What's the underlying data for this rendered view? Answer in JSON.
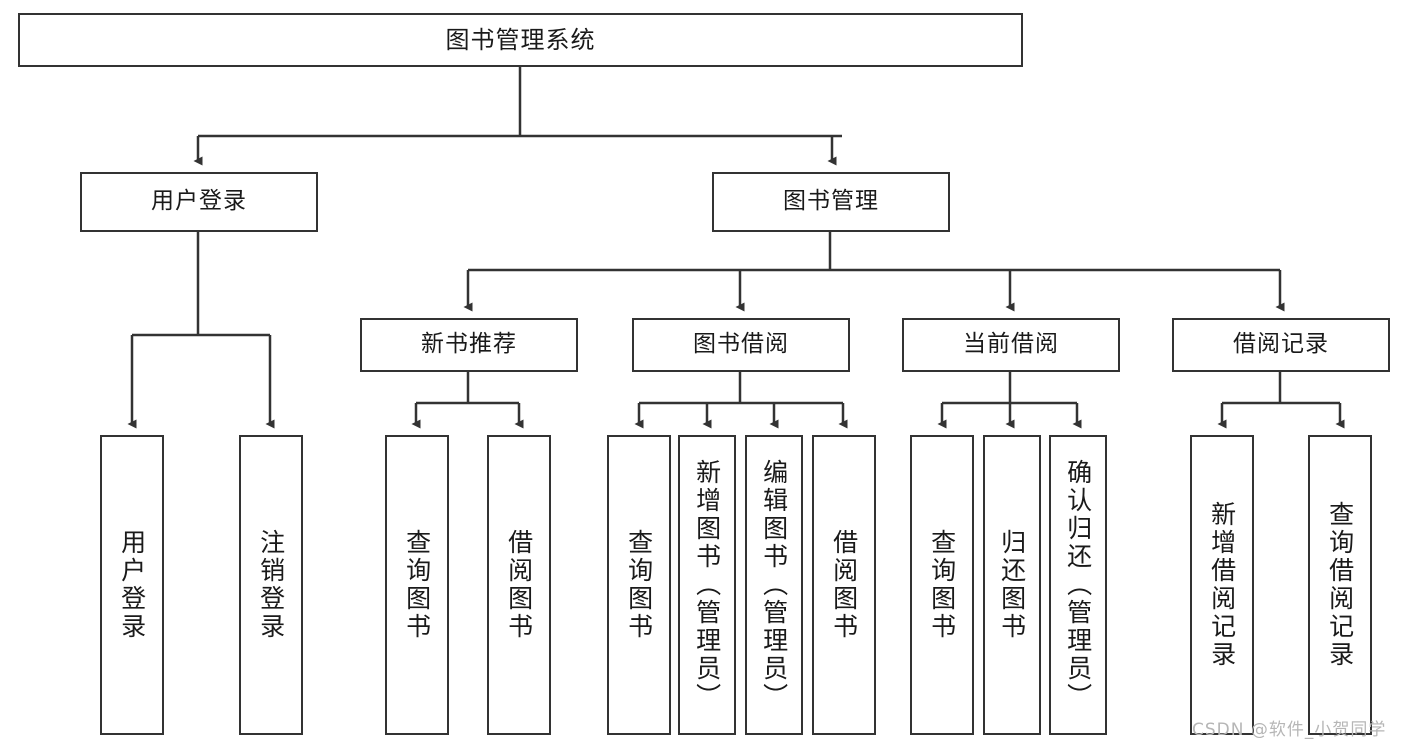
{
  "diagram": {
    "title": "图书管理系统",
    "watermark": "CSDN @软件_小贺同学",
    "line_color": "#333333",
    "box_fill": "#ffffff",
    "text_color": "#1a1a1a",
    "nodes": {
      "root": {
        "label": "图书管理系统"
      },
      "level2": [
        {
          "id": "user-login",
          "label": "用户登录"
        },
        {
          "id": "book-manage",
          "label": "图书管理"
        }
      ],
      "level3": [
        {
          "id": "new-book-recommend",
          "label": "新书推荐"
        },
        {
          "id": "book-borrow",
          "label": "图书借阅"
        },
        {
          "id": "current-borrow",
          "label": "当前借阅"
        },
        {
          "id": "borrow-record",
          "label": "借阅记录"
        }
      ],
      "leaves": [
        {
          "id": "leaf-user-login",
          "label": "用户登录",
          "parent": "user-login"
        },
        {
          "id": "leaf-logout-login",
          "label": "注销登录",
          "parent": "user-login"
        },
        {
          "id": "leaf-query-book-1",
          "label": "查询图书",
          "parent": "new-book-recommend"
        },
        {
          "id": "leaf-borrow-book-1",
          "label": "借阅图书",
          "parent": "new-book-recommend"
        },
        {
          "id": "leaf-query-book-2",
          "label": "查询图书",
          "parent": "book-borrow"
        },
        {
          "id": "leaf-add-book",
          "label": "新增图书（管理员）",
          "parent": "book-borrow"
        },
        {
          "id": "leaf-edit-book",
          "label": "编辑图书（管理员）",
          "parent": "book-borrow"
        },
        {
          "id": "leaf-borrow-book-2",
          "label": "借阅图书",
          "parent": "book-borrow"
        },
        {
          "id": "leaf-query-book-3",
          "label": "查询图书",
          "parent": "current-borrow"
        },
        {
          "id": "leaf-return-book",
          "label": "归还图书",
          "parent": "current-borrow"
        },
        {
          "id": "leaf-confirm-return",
          "label": "确认归还（管理员）",
          "parent": "current-borrow"
        },
        {
          "id": "leaf-add-borrow-record",
          "label": "新增借阅记录",
          "parent": "borrow-record"
        },
        {
          "id": "leaf-query-borrow-record",
          "label": "查询借阅记录",
          "parent": "borrow-record"
        }
      ]
    }
  }
}
